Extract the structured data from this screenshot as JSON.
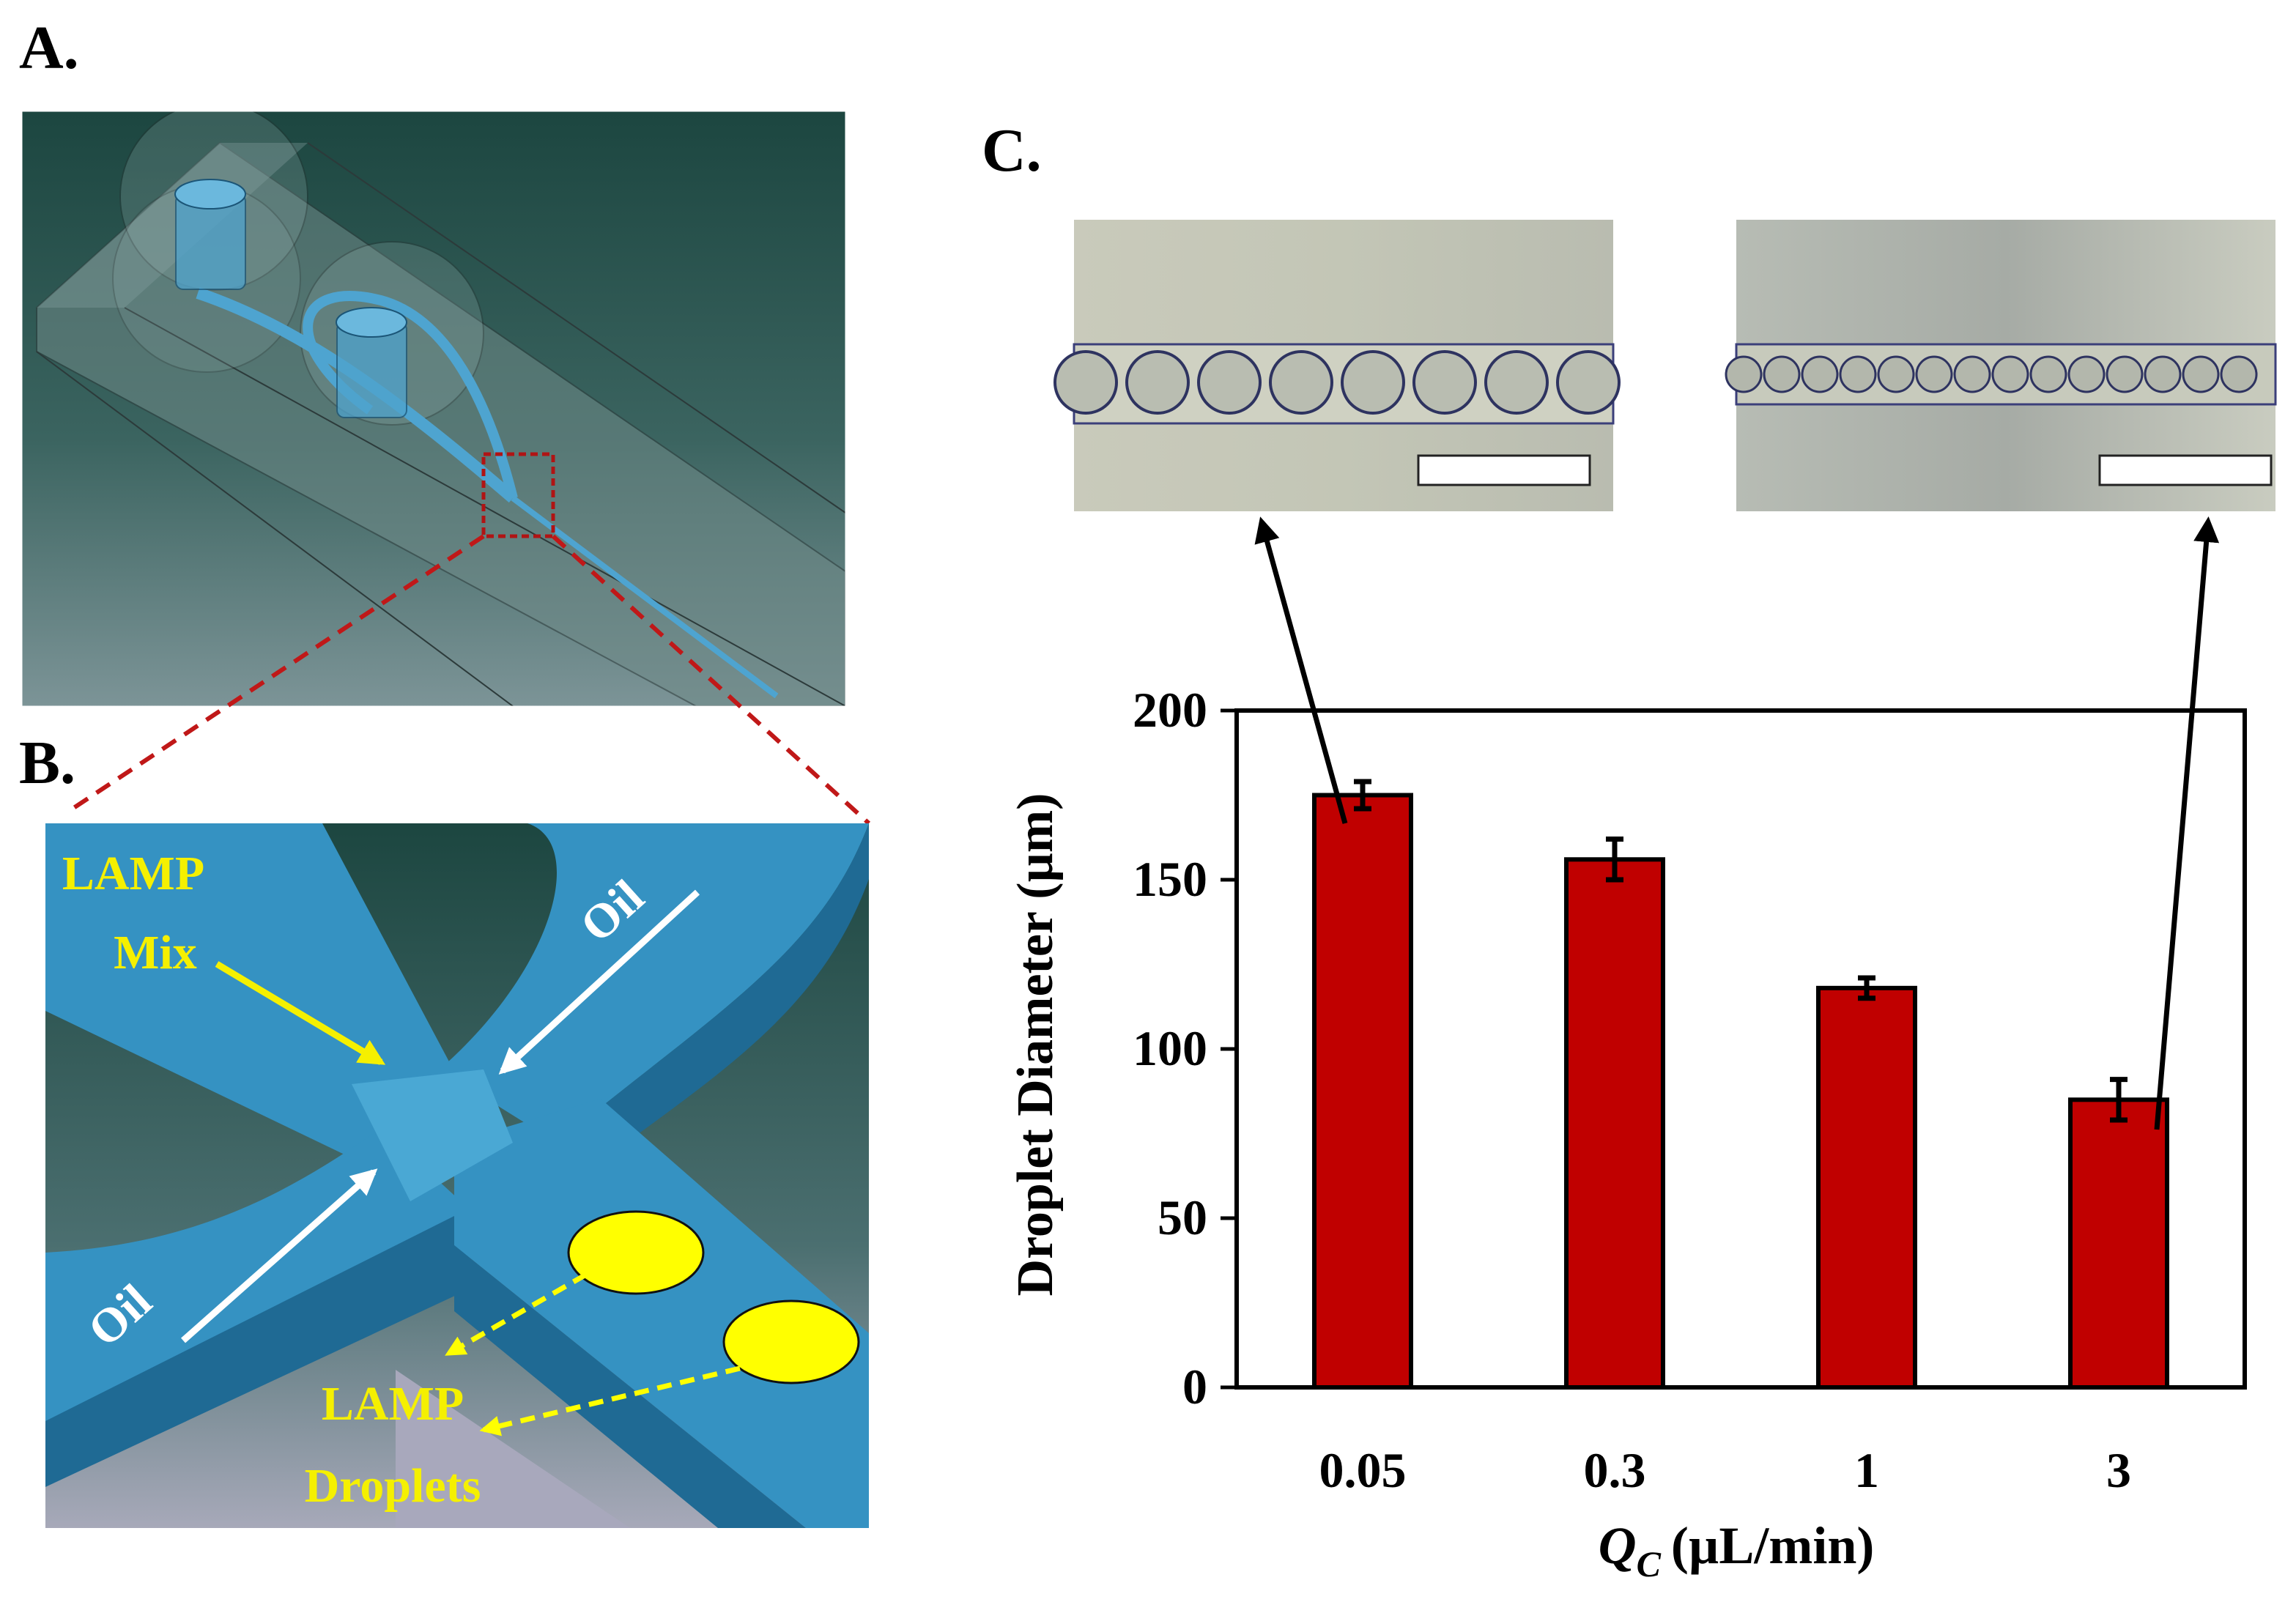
{
  "panels": {
    "a": "A.",
    "b": "B.",
    "c": "C."
  },
  "colors": {
    "bar": "#c00000",
    "chip_bg": "#2f5a55",
    "channel": "#3a97c4",
    "droplet": "#ffff00",
    "zoom_box": "#b01414",
    "micrograph_bg": "#c6c8b7"
  },
  "annotations": {
    "lamp_mix_1": "LAMP",
    "lamp_mix_2": "Mix",
    "oil_top": "Oil",
    "oil_left": "Oil",
    "lamp_droplets_1": "LAMP",
    "lamp_droplets_2": "Droplets"
  },
  "chart_data": {
    "type": "bar",
    "title": "",
    "categories": [
      "0.05",
      "0.3",
      "1",
      "3"
    ],
    "values": [
      175,
      156,
      118,
      85
    ],
    "errors": [
      4,
      6,
      3,
      6
    ],
    "ylabel": "Droplet Diameter (µm)",
    "xlabel_symbol": "Q",
    "xlabel_subscript": "C",
    "xlabel_unit": "(µL/min)",
    "ylim": [
      0,
      200
    ],
    "yticks": [
      "0",
      "50",
      "100",
      "150",
      "200"
    ],
    "grid": false,
    "legend": "none"
  }
}
